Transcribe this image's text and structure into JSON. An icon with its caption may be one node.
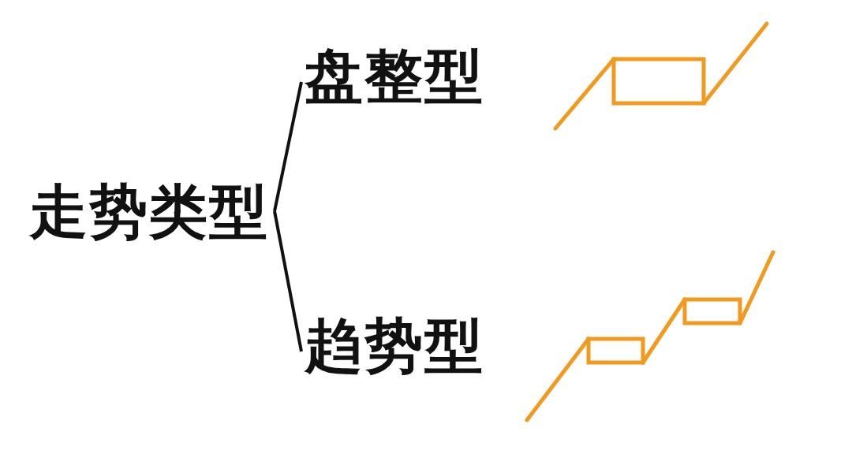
{
  "diagram": {
    "nodes": [
      {
        "text": [
          "走势类型"
        ]
      },
      {
        "text": [
          "盘整型"
        ]
      },
      {
        "text": [
          "趋势型"
        ]
      }
    ],
    "edges": [
      {
        "from": 0,
        "to": 1,
        "arrow": "none"
      },
      {
        "from": 0,
        "to": 2,
        "arrow": "none"
      }
    ]
  }
}
